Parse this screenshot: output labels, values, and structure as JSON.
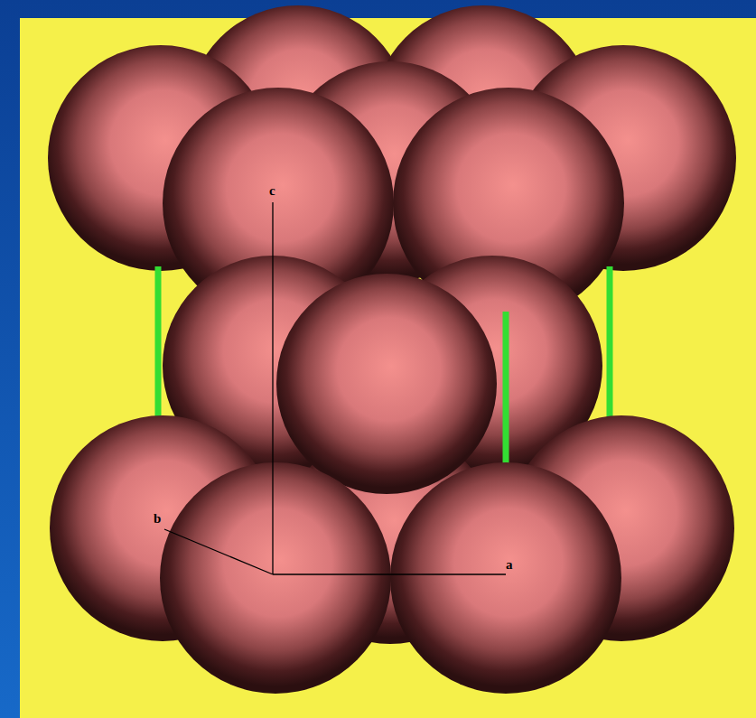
{
  "diagram": {
    "labels": [
      "c",
      "b",
      "a"
    ]
  }
}
